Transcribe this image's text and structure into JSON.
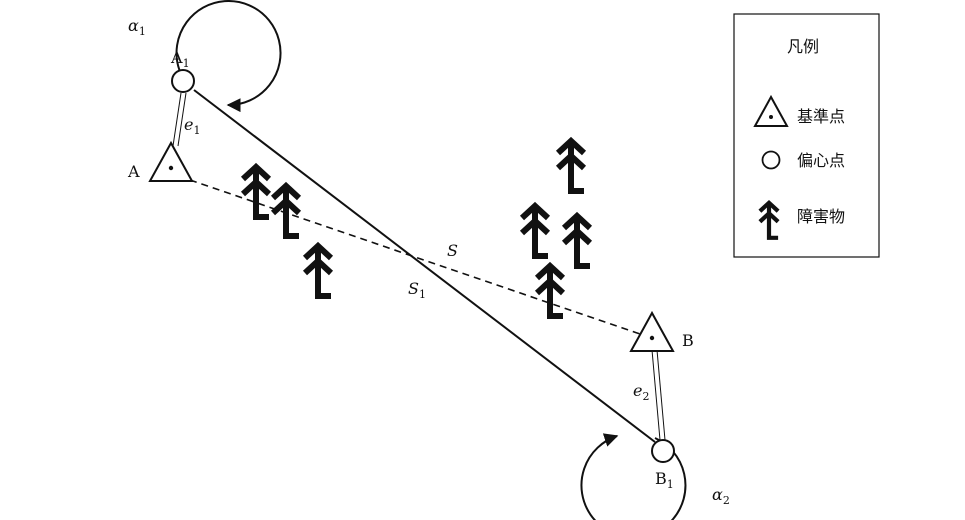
{
  "points": {
    "A": "A",
    "B": "B",
    "A1": {
      "base": "A",
      "sub": "1"
    },
    "B1": {
      "base": "B",
      "sub": "1"
    }
  },
  "lines": {
    "S": "S",
    "S1": {
      "base": "S",
      "sub": "1"
    }
  },
  "eccentric": {
    "e1": {
      "base": "e",
      "sub": "1"
    },
    "e2": {
      "base": "e",
      "sub": "2"
    }
  },
  "angles": {
    "alpha1": {
      "base": "α",
      "sub": "1"
    },
    "alpha2": {
      "base": "α",
      "sub": "2"
    }
  },
  "legend": {
    "title": "凡例",
    "items": [
      {
        "icon": "triangle-dot-icon",
        "label": "基準点"
      },
      {
        "icon": "circle-icon",
        "label": "偏心点"
      },
      {
        "icon": "obstacle-icon",
        "label": "障害物"
      }
    ]
  },
  "colors": {
    "ink": "#111111",
    "background": "#ffffff"
  }
}
